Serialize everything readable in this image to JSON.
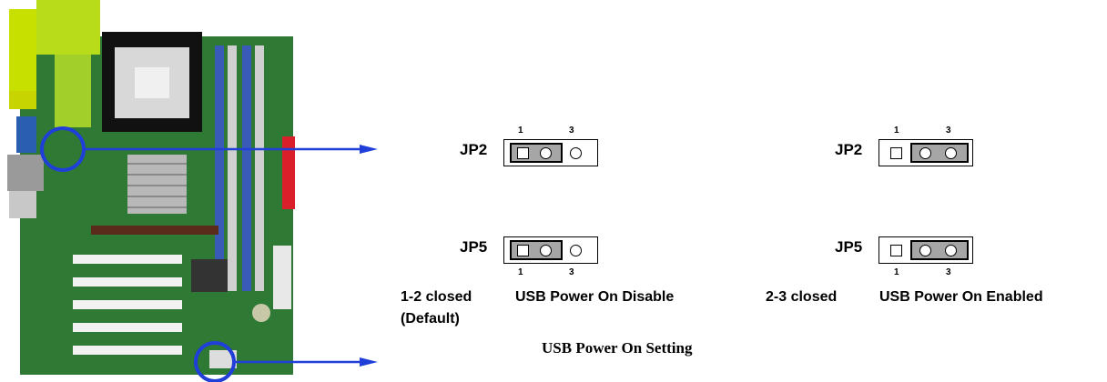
{
  "configs": [
    {
      "jp_top": {
        "label": "JP2",
        "pin_left": "1",
        "pin_right": "3",
        "cap_pins": "1-2"
      },
      "jp_bottom": {
        "label": "JP5",
        "pin_left": "1",
        "pin_right": "3",
        "cap_pins": "1-2"
      },
      "state": "1-2 closed",
      "description": "USB Power On Disable",
      "note": "(Default)"
    },
    {
      "jp_top": {
        "label": "JP2",
        "pin_left": "1",
        "pin_right": "3",
        "cap_pins": "2-3"
      },
      "jp_bottom": {
        "label": "JP5",
        "pin_left": "1",
        "pin_right": "3",
        "cap_pins": "2-3"
      },
      "state": "2-3 closed",
      "description": "USB Power On Enabled"
    }
  ],
  "title": "USB Power On Setting",
  "colors": {
    "arrow": "#1f3fd8",
    "highlight_circle": "#1f3fd8",
    "jumper_cap": "#a6a6a6",
    "board": "#2e7d3a"
  }
}
